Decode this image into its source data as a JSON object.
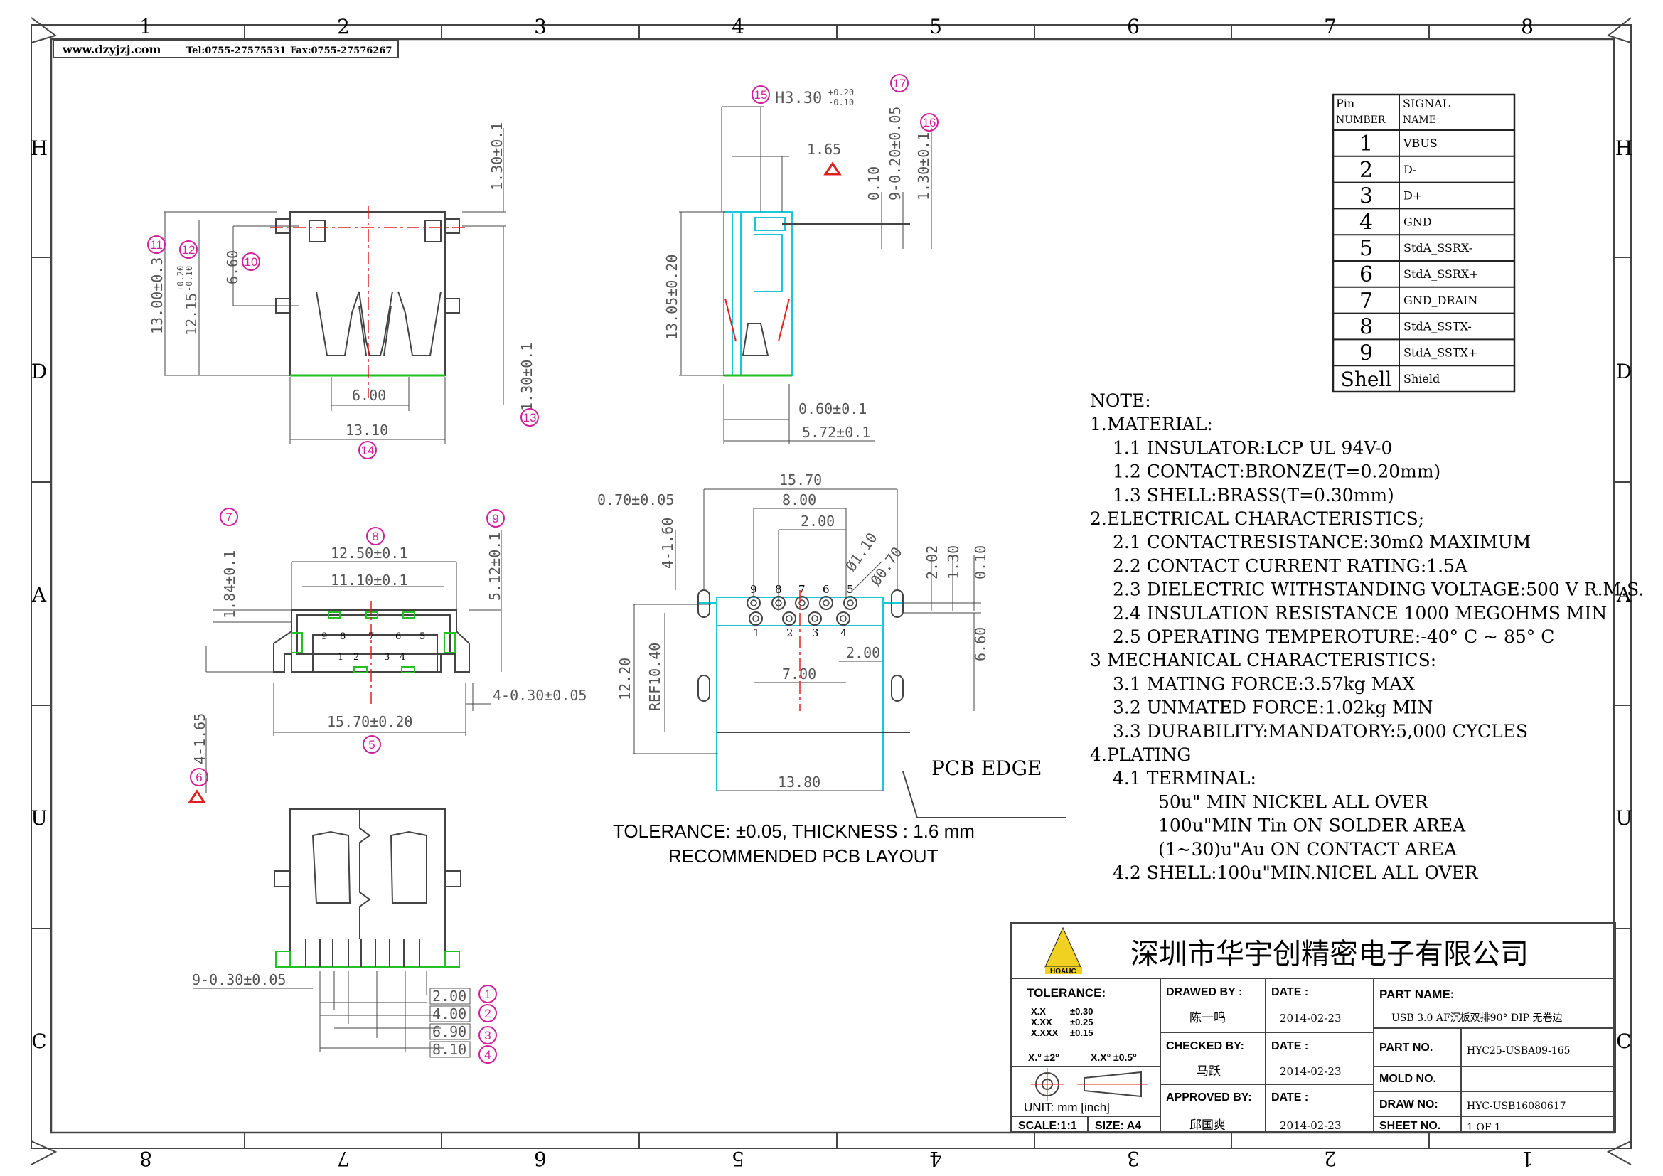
{
  "header": {
    "site": "www.dzyjzj.com",
    "tel": "Tel:0755-27575531",
    "fax": "Fax:0755-27576267"
  },
  "frame": {
    "cols_top": [
      "1",
      "2",
      "3",
      "4",
      "5",
      "6",
      "7",
      "8"
    ],
    "cols_bottom": [
      "8",
      "7",
      "6",
      "5",
      "4",
      "3",
      "2",
      "1"
    ],
    "rows": [
      "H",
      "D",
      "A",
      "U",
      "C"
    ]
  },
  "colors": {
    "outline": "#444444",
    "magenta": "#d0209a",
    "cyan": "#19c8d8",
    "green": "#22c022",
    "red": "#e02020"
  },
  "front_view": {
    "dims": [
      "1.30±0.1",
      "13.00±0.3",
      "12.15",
      "+0.20",
      "-0.10",
      "6.60",
      "1.30±0.1",
      "6.00",
      "13.10"
    ],
    "callouts": [
      "11",
      "12",
      "10",
      "13",
      "14"
    ]
  },
  "side_view": {
    "dims": [
      "H3.30",
      "+0.20",
      "-0.10",
      "1.65",
      "0.10",
      "9-0.20±0.05",
      "1.30±0.1",
      "13.05±0.20",
      "0.60±0.1",
      "5.72±0.1"
    ],
    "callouts": [
      "15",
      "17",
      "16"
    ]
  },
  "bottom_view": {
    "dims": [
      "1.84±0.1",
      "12.50±0.1",
      "11.10±0.1",
      "5.12±0.1",
      "4-0.30±0.05",
      "15.70±0.20",
      "4-1.65"
    ],
    "callouts": [
      "7",
      "8",
      "9",
      "5",
      "6"
    ],
    "pins_top": [
      "9",
      "8",
      "7",
      "6",
      "5"
    ],
    "pins_bottom": [
      "1",
      "2",
      "3",
      "4"
    ]
  },
  "rear_view": {
    "dims": [
      "9-0.30±0.05",
      "2.00",
      "4.00",
      "6.90",
      "8.10"
    ],
    "callouts": [
      "1",
      "2",
      "3",
      "4"
    ]
  },
  "pcb_layout": {
    "dims": [
      "0.70±0.05",
      "15.70",
      "8.00",
      "2.00",
      "4-1.60",
      "Ø1.10",
      "Ø0.70",
      "2.02",
      "1.30",
      "0.10",
      "12.20",
      "REF10.40",
      "2.00",
      "7.00",
      "6.60",
      "13.80"
    ],
    "pins_top": [
      "9",
      "8",
      "7",
      "6",
      "5"
    ],
    "pins_bottom": [
      "1",
      "2",
      "3",
      "4"
    ],
    "pcb_edge": "PCB EDGE",
    "tolerance": "TOLERANCE:  ±0.05, THICKNESS : 1.6 mm",
    "caption": "RECOMMENDED PCB LAYOUT"
  },
  "pin_table": {
    "headers": [
      "Pin\nNUMBER",
      "SIGNAL\nNAME"
    ],
    "rows": [
      [
        "1",
        "VBUS"
      ],
      [
        "2",
        "D-"
      ],
      [
        "3",
        "D+"
      ],
      [
        "4",
        "GND"
      ],
      [
        "5",
        "StdA_SSRX-"
      ],
      [
        "6",
        "StdA_SSRX+"
      ],
      [
        "7",
        "GND_DRAIN"
      ],
      [
        "8",
        "StdA_SSTX-"
      ],
      [
        "9",
        "StdA_SSTX+"
      ],
      [
        "Shell",
        "Shield"
      ]
    ]
  },
  "notes": [
    "NOTE:",
    "1.MATERIAL:",
    "  1.1 INSULATOR:LCP UL 94V-0",
    "  1.2 CONTACT:BRONZE(T=0.20mm)",
    "  1.3 SHELL:BRASS(T=0.30mm)",
    "2.ELECTRICAL CHARACTERISTICS;",
    "  2.1 CONTACTRESISTANCE:30mΩ MAXIMUM",
    "  2.2 CONTACT CURRENT RATING:1.5A",
    "  2.3 DIELECTRIC WITHSTANDING VOLTAGE:500 V R.M.S.",
    "  2.4 INSULATION RESISTANCE 1000 MEGOHMS MIN",
    "  2.5 OPERATING TEMPEROTURE:-40° C ~ 85° C",
    "3 MECHANICAL CHARACTERISTICS:",
    "  3.1 MATING FORCE:3.57kg MAX",
    "  3.2 UNMATED FORCE:1.02kg MIN",
    "  3.3 DURABILITY:MANDATORY:5,000 CYCLES",
    "4.PLATING",
    "  4.1 TERMINAL:",
    "      50u\" MIN NICKEL ALL OVER",
    "      100u\"MIN Tin ON SOLDER AREA",
    "      (1~30)u\"Au ON CONTACT AREA",
    "  4.2 SHELL:100u\"MIN.NICEL ALL OVER"
  ],
  "title_block": {
    "company": "深圳市华宇创精密电子有限公司",
    "logo_text": "HOAUC",
    "tolerance_label": "TOLERANCE:",
    "tol_lines": [
      [
        "X.X",
        "±0.30"
      ],
      [
        "X.XX",
        "±0.25"
      ],
      [
        "X.XXX",
        "±0.15"
      ]
    ],
    "angle_tol": [
      "X.° ±2°",
      "X.X° ±0.5°"
    ],
    "unit": "UNIT:  mm  [inch]",
    "scale": "SCALE:1:1",
    "size": "SIZE: A4",
    "drawn_by_label": "DRAWED BY :",
    "drawn_by": "陈一鸣",
    "checked_by_label": "CHECKED BY:",
    "checked_by": "马跃",
    "approved_by_label": "APPROVED BY:",
    "approved_by": "邱国爽",
    "date_label": "DATE :",
    "dates": [
      "2014-02-23",
      "2014-02-23",
      "2014-02-23"
    ],
    "part_name_label": "PART NAME:",
    "part_name": "USB 3.0 AF沉板双排90° DIP 无卷边",
    "part_no_label": "PART NO.",
    "part_no": "HYC25-USBA09-165",
    "mold_no_label": "MOLD NO.",
    "mold_no": "",
    "draw_no_label": "DRAW NO:",
    "draw_no": "HYC-USB16080617",
    "sheet_no_label": "SHEET NO.",
    "sheet_no": "1 OF 1"
  }
}
